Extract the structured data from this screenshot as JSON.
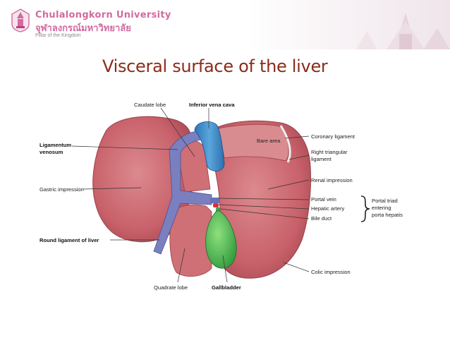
{
  "header": {
    "university_en": "Chulalongkorn University",
    "university_th": "จุฬาลงกรณ์มหาวิทยาลัย",
    "tagline": "Pillar of the Kingdom"
  },
  "slide": {
    "title": "Visceral surface of the liver"
  },
  "diagram": {
    "labels": {
      "caudate_lobe": "Caudate lobe",
      "ivc": "Inferior vena cava",
      "ligamentum_venosum_1": "Ligamentum",
      "ligamentum_venosum_2": "venosum",
      "bare_area": "Bare area",
      "coronary_ligament": "Coronary ligament",
      "right_triangular_1": "Right triangular",
      "right_triangular_2": "ligament",
      "gastric_impression": "Gastric impression",
      "renal_impression": "Renal impression",
      "portal_vein": "Portal vein",
      "hepatic_artery": "Hepatic artery",
      "bile_duct": "Bile duct",
      "portal_triad_1": "Portal triad",
      "portal_triad_2": "entering",
      "portal_triad_3": "porta hepatis",
      "round_ligament": "Round ligament of liver",
      "colic_impression": "Colic impression",
      "quadrate_lobe": "Quadrate lobe",
      "gallbladder": "Gallbladder"
    },
    "colors": {
      "liver": "#c8616a",
      "vein_blue": "#4a8fc9",
      "ligament_purple": "#7a7fc0",
      "gallbladder_green": "#4fbf5a",
      "title": "#8a2b1a",
      "brand_pink": "#d36aa0"
    }
  }
}
